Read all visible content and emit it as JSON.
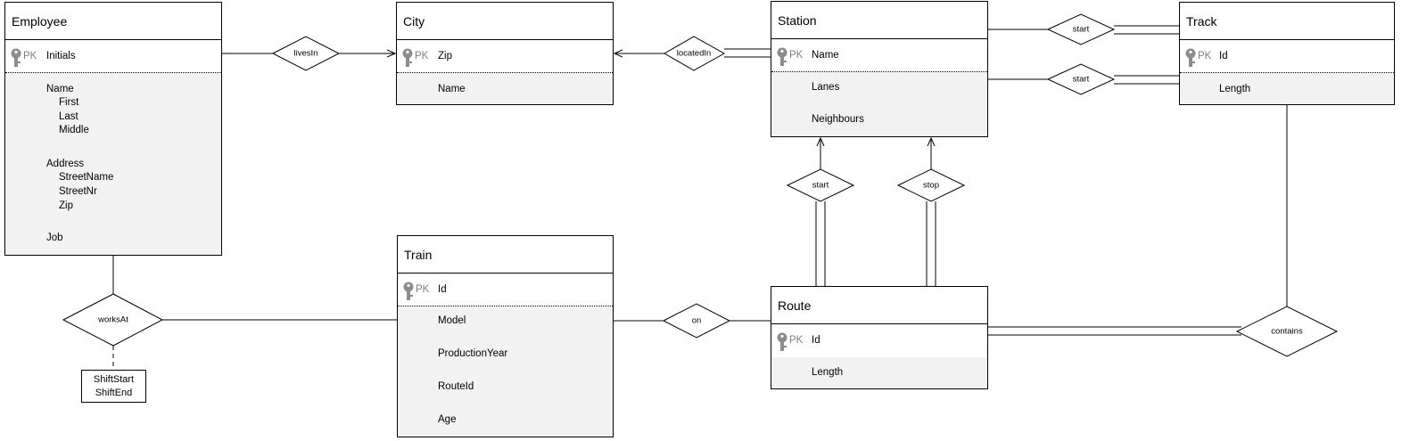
{
  "entities": {
    "employee": {
      "title": "Employee",
      "pk_label": "PK",
      "pk": "Initials",
      "name": "Name",
      "first": "First",
      "last": "Last",
      "middle": "Middle",
      "address": "Address",
      "street_name": "StreetName",
      "street_nr": "StreetNr",
      "zip": "Zip",
      "job": "Job"
    },
    "city": {
      "title": "City",
      "pk_label": "PK",
      "pk": "Zip",
      "name": "Name"
    },
    "station": {
      "title": "Station",
      "pk_label": "PK",
      "pk": "Name",
      "lanes": "Lanes",
      "neighbours": "Neighbours"
    },
    "track": {
      "title": "Track",
      "pk_label": "PK",
      "pk": "Id",
      "length": "Length"
    },
    "train": {
      "title": "Train",
      "pk_label": "PK",
      "pk": "Id",
      "model": "Model",
      "production_year": "ProductionYear",
      "route_id": "RouteId",
      "age": "Age"
    },
    "route": {
      "title": "Route",
      "pk_label": "PK",
      "pk": "Id",
      "length": "Length"
    }
  },
  "relationships": {
    "lives_in": "livesIn",
    "located_in": "locatedIn",
    "start_top": "start",
    "start_mid": "start",
    "start_route": "start",
    "stop_route": "stop",
    "works_at": "worksAt",
    "on": "on",
    "contains": "contains"
  },
  "works_at_attributes": {
    "shift_start": "ShiftStart",
    "shift_end": "ShiftEnd"
  },
  "colors": {
    "line": "#000000",
    "entity_body": "#f2f2f2",
    "pk_label": "#7f7f7f",
    "key_icon": "#8c8c8c"
  }
}
